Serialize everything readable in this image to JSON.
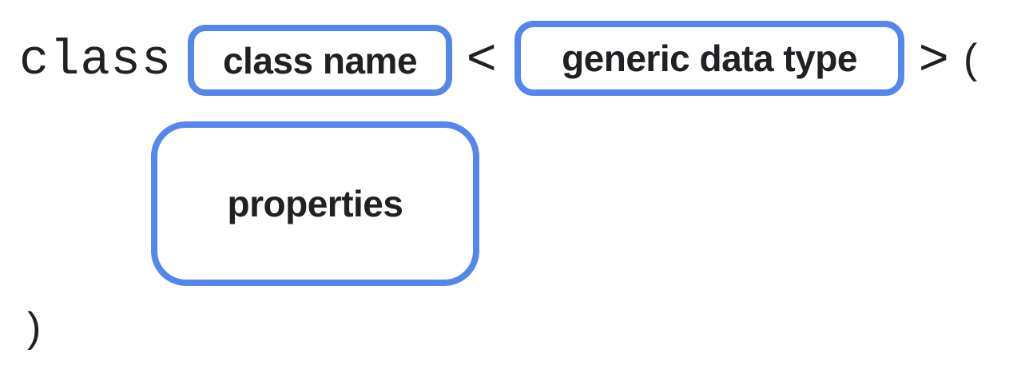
{
  "diagram": {
    "keyword": "class",
    "boxes": [
      {
        "label": "class name"
      },
      {
        "label": "generic data type"
      },
      {
        "label": "properties"
      }
    ],
    "operators": {
      "open_angle": "<",
      "close_angle": ">",
      "open_paren": "(",
      "close_paren": ")"
    },
    "colors": {
      "box_border": "#5586EB",
      "text": "#202124",
      "background": "#FFFFFF"
    }
  }
}
